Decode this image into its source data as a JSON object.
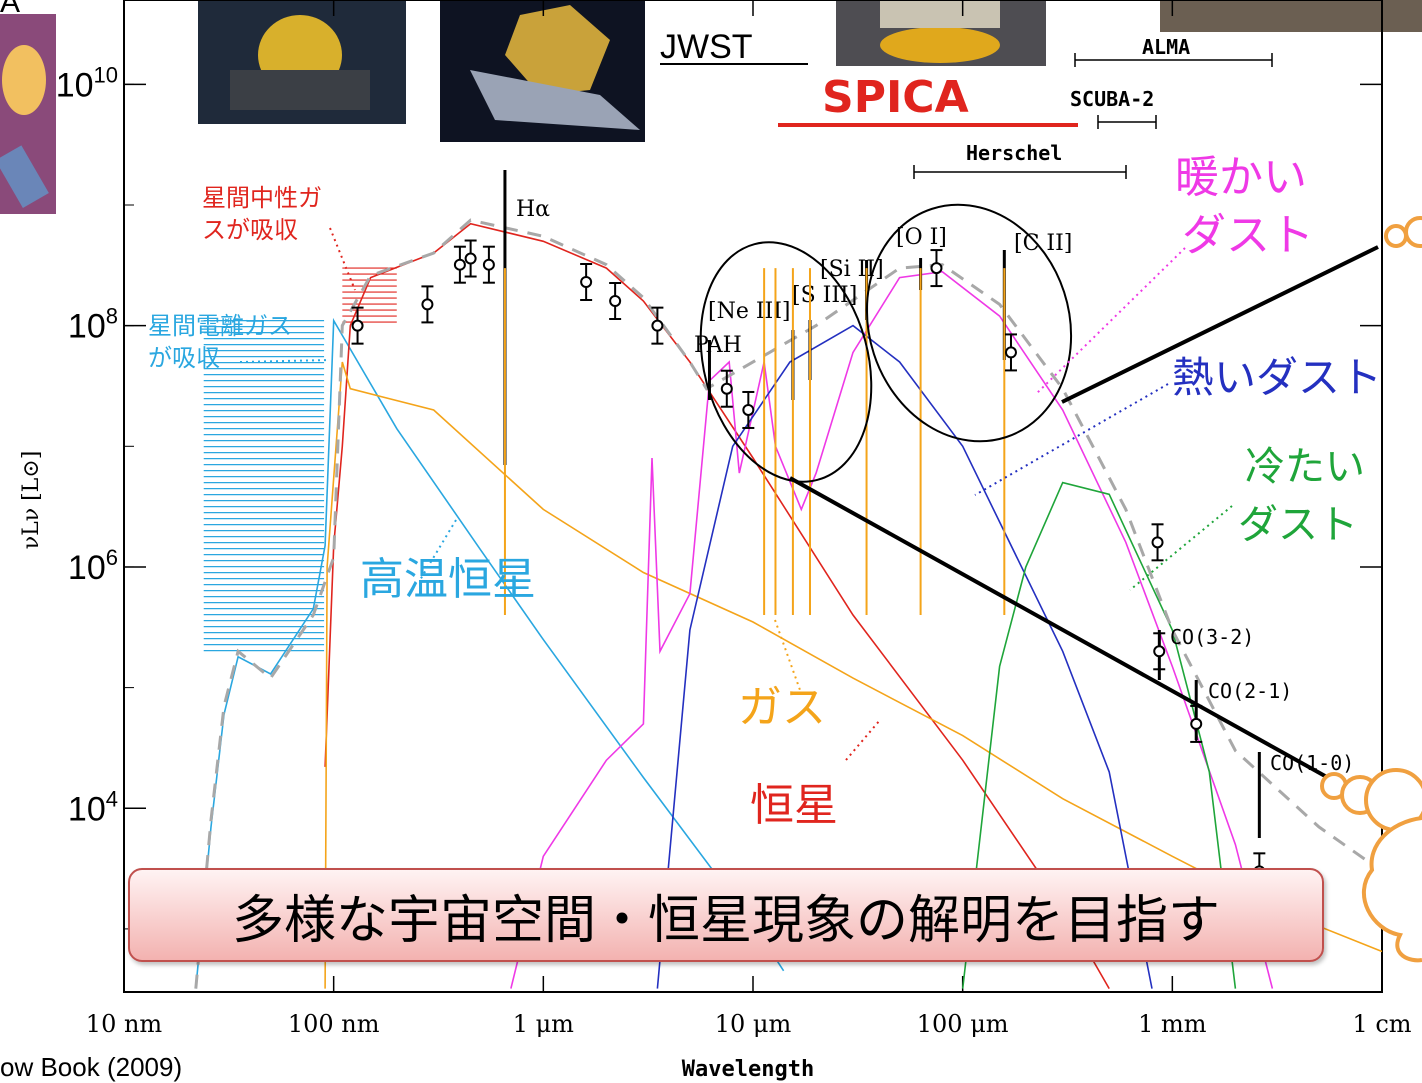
{
  "chart_data": {
    "type": "line",
    "title": "",
    "xlabel": "Wavelength",
    "ylabel": "νLν [L⊙]",
    "x_scale": "log",
    "y_scale": "log",
    "xlim": [
      "10 nm",
      "1 cm"
    ],
    "ylim": [
      300,
      50000000000
    ],
    "x_ticks": [
      "10 nm",
      "100 nm",
      "1 μm",
      "10 μm",
      "100 μm",
      "1 mm",
      "1 cm"
    ],
    "y_ticks": [
      {
        "base": "10",
        "exp": "10"
      },
      {
        "base": "10",
        "exp": "8"
      },
      {
        "base": "10",
        "exp": "6"
      },
      {
        "base": "10",
        "exp": "4"
      }
    ],
    "series": [
      {
        "name": "高温恒星",
        "color": "#2aa7e0",
        "points": [
          [
            0.022,
            320
          ],
          [
            0.026,
            7000
          ],
          [
            0.03,
            60000
          ],
          [
            0.035,
            180000.0
          ],
          [
            0.05,
            130000.0
          ],
          [
            0.08,
            450000.0
          ],
          [
            0.091,
            1500000.0
          ],
          [
            0.1,
            110000000.0
          ],
          [
            0.2,
            14000000.0
          ],
          [
            0.5,
            1400000.0
          ],
          [
            1,
            250000.0
          ],
          [
            3,
            18000.0
          ],
          [
            10,
            1100
          ],
          [
            14,
            450
          ]
        ]
      },
      {
        "name": "恒星",
        "color": "#e0251e",
        "points": [
          [
            0.091,
            22000
          ],
          [
            0.1,
            1500000.0
          ],
          [
            0.11,
            10000000.0
          ],
          [
            0.12,
            100000000.0
          ],
          [
            0.15,
            250000000.0
          ],
          [
            0.3,
            400000000.0
          ],
          [
            0.45,
            700000000.0
          ],
          [
            1,
            500000000.0
          ],
          [
            2,
            300000000.0
          ],
          [
            3,
            160000000.0
          ],
          [
            5,
            50000000.0
          ],
          [
            10,
            8000000.0
          ],
          [
            30,
            400000.0
          ],
          [
            100,
            25000.0
          ],
          [
            300,
            1500
          ],
          [
            500,
            320
          ]
        ]
      },
      {
        "name": "ガス",
        "color": "#f4a41a",
        "points": [
          [
            0.091,
            320
          ],
          [
            0.093,
            1000000.0
          ],
          [
            0.11,
            50000000.0
          ],
          [
            0.12,
            30000000.0
          ],
          [
            0.3,
            20000000.0
          ],
          [
            1,
            3000000.0
          ],
          [
            3,
            900000.0
          ],
          [
            10,
            350000.0
          ],
          [
            30,
            120000.0
          ],
          [
            100,
            40000.0
          ],
          [
            300,
            12000.0
          ],
          [
            1000,
            4000
          ],
          [
            3000,
            1500
          ],
          [
            10000,
            650
          ]
        ]
      },
      {
        "name": "暖かいダスト",
        "color": "#ef39e6",
        "points": [
          [
            0.7,
            320
          ],
          [
            1,
            4000
          ],
          [
            2,
            25000.0
          ],
          [
            3,
            50000.0
          ],
          [
            3.3,
            8000000.0
          ],
          [
            3.6,
            200000.0
          ],
          [
            5,
            600000.0
          ],
          [
            6.2,
            35000000.0
          ],
          [
            7.7,
            50000000.0
          ],
          [
            8.6,
            6000000.0
          ],
          [
            11.3,
            50000000.0
          ],
          [
            12.8,
            10000000.0
          ],
          [
            17,
            3000000.0
          ],
          [
            20,
            6000000.0
          ],
          [
            30,
            60000000.0
          ],
          [
            50,
            250000000.0
          ],
          [
            80,
            280000000.0
          ],
          [
            150,
            120000000.0
          ],
          [
            300,
            20000000.0
          ],
          [
            600,
            1600000.0
          ],
          [
            1000,
            150000.0
          ],
          [
            2000,
            5000
          ],
          [
            3000,
            320
          ]
        ]
      },
      {
        "name": "熱いダスト",
        "color": "#2430c0",
        "points": [
          [
            3.5,
            320
          ],
          [
            5,
            300000.0
          ],
          [
            8,
            10000000.0
          ],
          [
            15,
            50000000.0
          ],
          [
            30,
            100000000.0
          ],
          [
            50,
            50000000.0
          ],
          [
            100,
            10000000.0
          ],
          [
            300,
            200000.0
          ],
          [
            500,
            20000.0
          ],
          [
            800,
            320
          ]
        ]
      },
      {
        "name": "冷たいダスト",
        "color": "#1fa53a",
        "points": [
          [
            100,
            320
          ],
          [
            150,
            150000.0
          ],
          [
            200,
            1000000.0
          ],
          [
            300,
            5000000.0
          ],
          [
            500,
            4000000.0
          ],
          [
            1000,
            300000.0
          ],
          [
            1500,
            20000.0
          ],
          [
            2000,
            320
          ]
        ]
      },
      {
        "name": "",
        "color": "#a8a8a8",
        "dashed": true,
        "points": [
          [
            0.022,
            320
          ],
          [
            0.026,
            8000
          ],
          [
            0.03,
            70000
          ],
          [
            0.035,
            200000.0
          ],
          [
            0.05,
            120000.0
          ],
          [
            0.08,
            400000.0
          ],
          [
            0.1,
            1200000.0
          ],
          [
            0.11,
            100000000.0
          ],
          [
            0.15,
            260000000.0
          ],
          [
            0.3,
            400000000.0
          ],
          [
            0.45,
            750000000.0
          ],
          [
            1,
            550000000.0
          ],
          [
            2,
            320000000.0
          ],
          [
            3,
            170000000.0
          ],
          [
            5,
            50000000.0
          ],
          [
            6,
            30000000.0
          ],
          [
            8,
            40000000.0
          ],
          [
            12,
            60000000.0
          ],
          [
            20,
            100000000.0
          ],
          [
            50,
            300000000.0
          ],
          [
            80,
            320000000.0
          ],
          [
            150,
            150000000.0
          ],
          [
            300,
            30000000.0
          ],
          [
            600,
            3000000.0
          ],
          [
            1000,
            300000.0
          ],
          [
            2000,
            30000.0
          ],
          [
            5000,
            7000
          ],
          [
            10000,
            3000
          ]
        ]
      }
    ],
    "observed": [
      [
        0.13,
        100000000.0
      ],
      [
        0.28,
        150000000.0
      ],
      [
        0.4,
        320000000.0
      ],
      [
        0.45,
        360000000.0
      ],
      [
        0.55,
        320000000.0
      ],
      [
        1.6,
        230000000.0
      ],
      [
        2.2,
        160000000.0
      ],
      [
        3.5,
        100000000.0
      ],
      [
        7.5,
        30000000.0
      ],
      [
        9.5,
        20000000.0
      ],
      [
        75,
        300000000.0
      ],
      [
        170,
        60000000.0
      ],
      [
        850,
        1600000.0
      ],
      [
        866,
        200000.0
      ],
      [
        1300,
        50000.0
      ],
      [
        2600,
        3000
      ]
    ],
    "lines": [
      {
        "label": "Hα",
        "x": 0.656
      },
      {
        "label": "PAH",
        "x": 6.2
      },
      {
        "label": "[Ne III]",
        "x": 15.5
      },
      {
        "label": "[S III]",
        "x": 18.7
      },
      {
        "label": "[Si II]",
        "x": 34.8
      },
      {
        "label": "[O I]",
        "x": 63
      },
      {
        "label": "[C II]",
        "x": 158
      },
      {
        "label": "CO(3-2)",
        "x": 867
      },
      {
        "label": "CO(2-1)",
        "x": 1300
      },
      {
        "label": "CO(1-0)",
        "x": 2600
      }
    ],
    "instruments": [
      {
        "name": "JWST"
      },
      {
        "name": "SPICA"
      },
      {
        "name": "ALMA"
      },
      {
        "name": "SCUBA-2"
      },
      {
        "name": "Herschel"
      }
    ],
    "annotations": [
      "星間中性ガ",
      "スが吸収",
      "星間電離ガス",
      "が吸収",
      "高温恒星",
      "ガス",
      "恒星",
      "暖かい",
      "ダスト",
      "熱いダスト",
      "冷たい",
      "ダスト"
    ]
  },
  "panel_letter": "A",
  "banner": "多様な宇宙空間・恒星現象の解明を目指す",
  "credit": "ow Book (2009)"
}
